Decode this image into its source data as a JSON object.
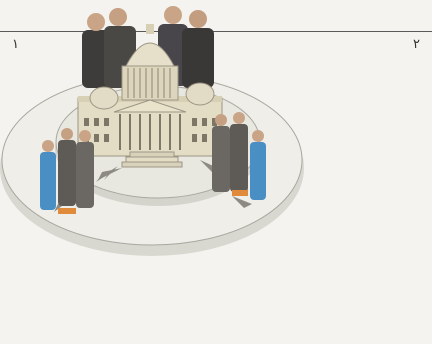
{
  "page": {
    "label_left": "١",
    "label_right": "٢"
  },
  "illustration": {
    "subject": "capitol-building-on-platform",
    "colors": {
      "platform": "#ecebe4",
      "platform_edge": "#b9b8b0",
      "building": "#e6dfc7",
      "dome": "#e2dcc6",
      "suit": "#5e5b57",
      "worker": "#4a8fc4",
      "arrow": "#8d8a84"
    }
  }
}
